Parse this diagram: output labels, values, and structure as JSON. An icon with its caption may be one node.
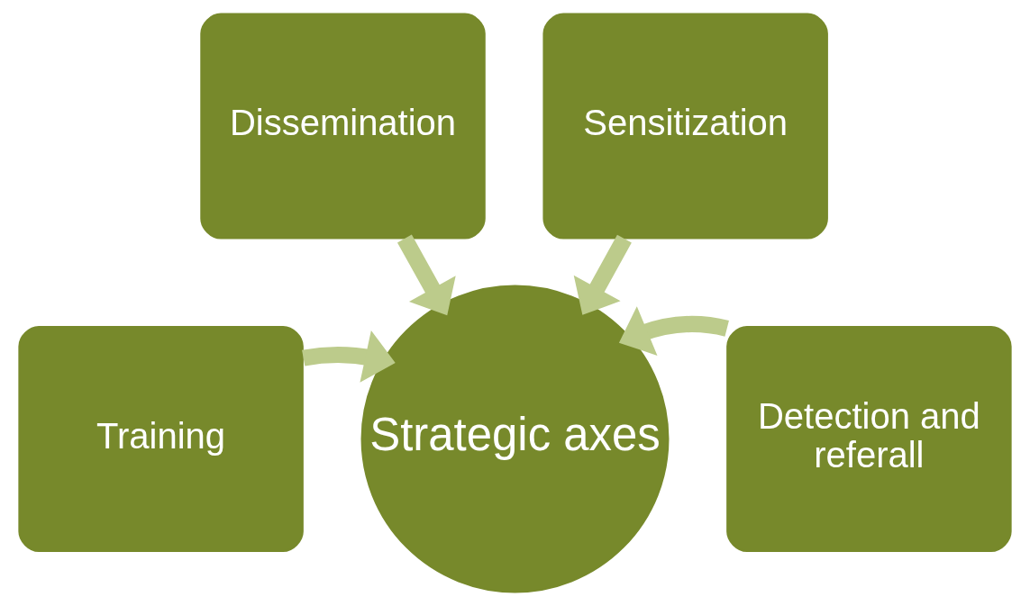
{
  "diagram": {
    "nodes": [
      {
        "text": [
          "Dissemination"
        ]
      },
      {
        "text": [
          "Sensitization"
        ]
      },
      {
        "text": [
          "Training"
        ]
      },
      {
        "text": [
          "Strategic axes"
        ]
      },
      {
        "text": [
          "Detection and referall"
        ]
      }
    ],
    "edges": [
      {
        "from": 0,
        "to": 3,
        "arrow": "to"
      },
      {
        "from": 1,
        "to": 3,
        "arrow": "to"
      },
      {
        "from": 2,
        "to": 3,
        "arrow": "to"
      },
      {
        "from": 4,
        "to": 3,
        "arrow": "to"
      }
    ]
  }
}
